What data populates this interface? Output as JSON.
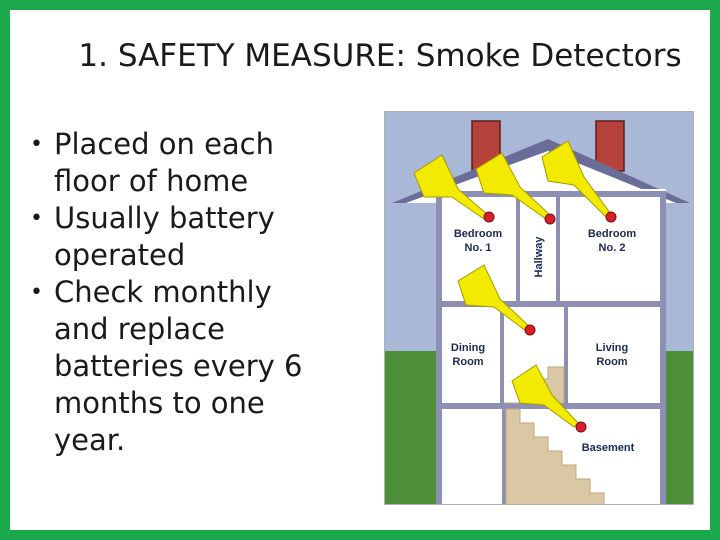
{
  "slide": {
    "title": "1. SAFETY MEASURE: Smoke Detectors",
    "bullets": [
      "Placed on each floor of home",
      "Usually battery operated",
      "Check monthly and replace batteries every 6 months to one year."
    ]
  },
  "illustration": {
    "rooms": {
      "bedroom1_line1": "Bedroom",
      "bedroom1_line2": "No. 1",
      "hallway": "Hallway",
      "bedroom2_line1": "Bedroom",
      "bedroom2_line2": "No. 2",
      "dining_line1": "Dining",
      "dining_line2": "Room",
      "living_line1": "Living",
      "living_line2": "Room",
      "basement": "Basement"
    },
    "colors": {
      "sky": "#a9b8d6",
      "grass": "#4e8f3a",
      "house": "#ffffff",
      "walls": "#8e8fb5",
      "detector": "#d8202a",
      "arrow": "#f2ea00",
      "stairs": "#d9c8a3"
    }
  }
}
